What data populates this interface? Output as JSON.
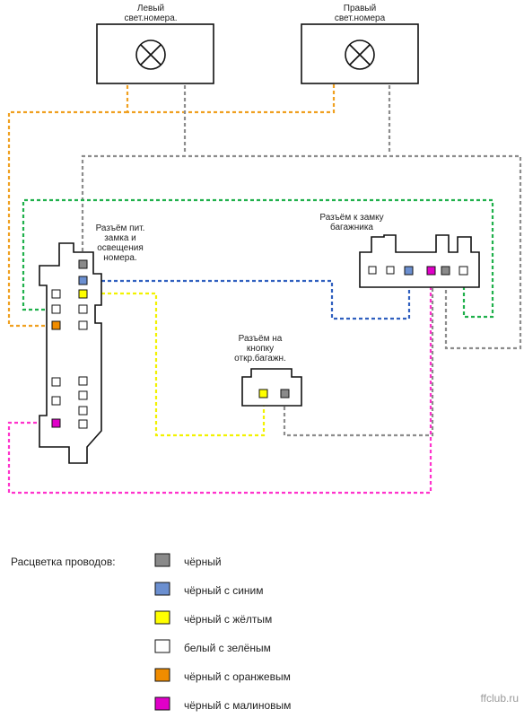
{
  "lamps": {
    "left_line1": "Левый",
    "left_line2": "свет.номера.",
    "right_line1": "Правый",
    "right_line2": "свет.номера"
  },
  "connectors": {
    "power_line1": "Разъём пит.",
    "power_line2": "замка и",
    "power_line3": "освещения",
    "power_line4": "номера.",
    "lock_line1": "Разъём к замку",
    "lock_line2": "багажника",
    "button_line1": "Разъём на",
    "button_line2": "кнопку",
    "button_line3": "откр.багажн."
  },
  "legend": {
    "title": "Расцветка проводов:",
    "items": [
      {
        "label": "чёрный",
        "fill": "#8a8a8a",
        "stroke": "#222222"
      },
      {
        "label": "чёрный с синим",
        "fill": "#6b8fd0",
        "stroke": "#222222"
      },
      {
        "label": "чёрный с жёлтым",
        "fill": "#ffff00",
        "stroke": "#222222"
      },
      {
        "label": "белый с зелёным",
        "fill": "#ffffff",
        "stroke": "#20b050"
      },
      {
        "label": "чёрный с оранжевым",
        "fill": "#f08c00",
        "stroke": "#222222"
      },
      {
        "label": "чёрный с малиновым",
        "fill": "#e000c8",
        "stroke": "#222222"
      }
    ]
  },
  "wire_colors": {
    "black": "#8c8c8c",
    "black_blue": "#2f5fbf",
    "black_yellow": "#f2f200",
    "white_green": "#1fb04b",
    "black_orange": "#f0a020",
    "black_magenta": "#ff33cc"
  },
  "watermark": "ffclub.ru"
}
